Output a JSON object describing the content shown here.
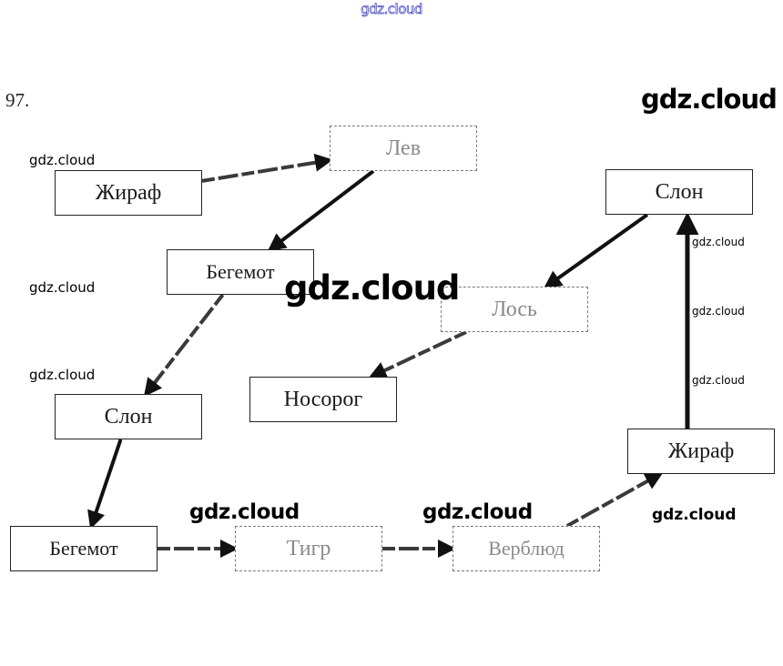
{
  "header": {
    "site_watermark": "gdz.cloud",
    "exercise_number": "97."
  },
  "nodes": [
    {
      "id": "n1",
      "label": "Жираф"
    },
    {
      "id": "n2",
      "label": "Лев"
    },
    {
      "id": "n3",
      "label": "Бегемот"
    },
    {
      "id": "n4",
      "label": "Слон"
    },
    {
      "id": "n5",
      "label": "Бегемот"
    },
    {
      "id": "n6",
      "label": "Тигр"
    },
    {
      "id": "n7",
      "label": "Верблюд"
    },
    {
      "id": "n8",
      "label": "Жираф"
    },
    {
      "id": "n9",
      "label": "Слон"
    },
    {
      "id": "n10",
      "label": "Лось"
    },
    {
      "id": "n11",
      "label": "Носорог"
    }
  ],
  "edges": [
    {
      "from": "n1",
      "to": "n2",
      "style": "dashed"
    },
    {
      "from": "n2",
      "to": "n3",
      "style": "solid"
    },
    {
      "from": "n3",
      "to": "n4",
      "style": "dashed"
    },
    {
      "from": "n4",
      "to": "n5",
      "style": "solid"
    },
    {
      "from": "n5",
      "to": "n6",
      "style": "dashed"
    },
    {
      "from": "n6",
      "to": "n7",
      "style": "dashed"
    },
    {
      "from": "n7",
      "to": "n8",
      "style": "dashed"
    },
    {
      "from": "n8",
      "to": "n9",
      "style": "solid"
    },
    {
      "from": "n9",
      "to": "n10",
      "style": "solid"
    },
    {
      "from": "n10",
      "to": "n11",
      "style": "dashed"
    }
  ],
  "watermarks": [
    "gdz.cloud",
    "gdz.cloud",
    "gdz.cloud",
    "gdz.cloud",
    "gdz.cloud",
    "gdz.cloud",
    "gdz.cloud",
    "gdz.cloud",
    "gdz.cloud",
    "gdz.cloud",
    "gdz.cloud",
    "gdz.cloud"
  ]
}
